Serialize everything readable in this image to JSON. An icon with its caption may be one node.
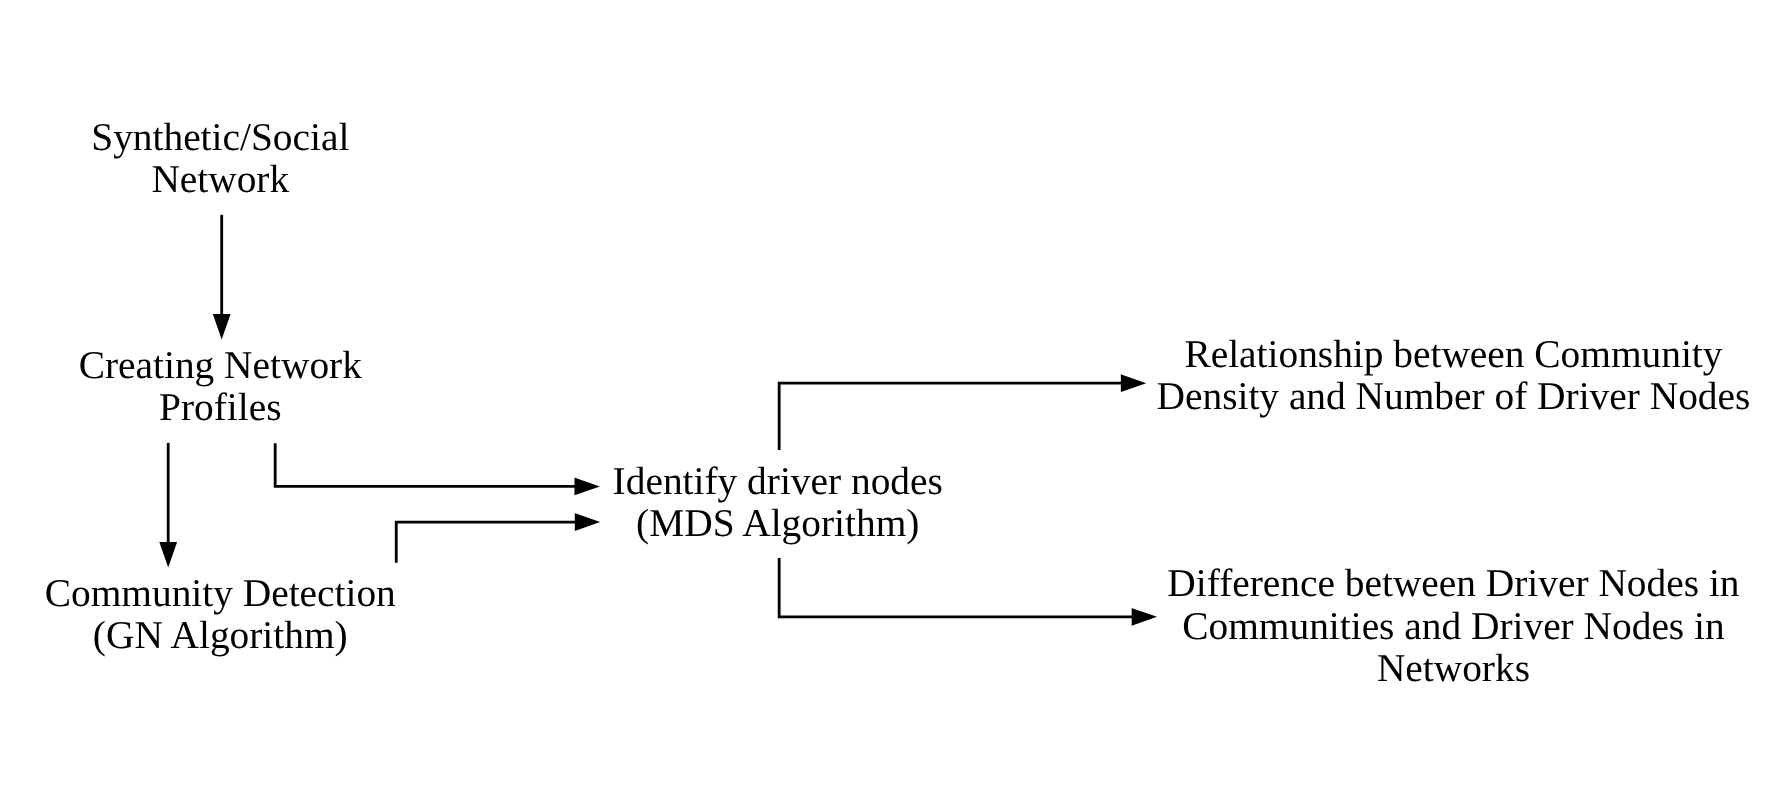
{
  "diagram": {
    "nodes": [
      {
        "text": [
          "Synthetic/Social Network"
        ]
      },
      {
        "text": [
          "Creating Network Profiles"
        ]
      },
      {
        "text": [
          "Community Detection (GN Algorithm)"
        ]
      },
      {
        "text": [
          "Identify driver nodes (MDS Algorithm)"
        ]
      },
      {
        "text": [
          "Relationship between Community Density and Number of Driver Nodes"
        ]
      },
      {
        "text": [
          "Difference between Driver Nodes in Communities and Driver Nodes in Networks"
        ]
      }
    ],
    "edges": [
      {
        "from": 0,
        "to": 1,
        "arrow": "to"
      },
      {
        "from": 1,
        "to": 2,
        "arrow": "to"
      },
      {
        "from": 1,
        "to": 3,
        "arrow": "to"
      },
      {
        "from": 2,
        "to": 3,
        "arrow": "to"
      },
      {
        "from": 3,
        "to": 4,
        "arrow": "to"
      },
      {
        "from": 3,
        "to": 5,
        "arrow": "to"
      }
    ]
  }
}
